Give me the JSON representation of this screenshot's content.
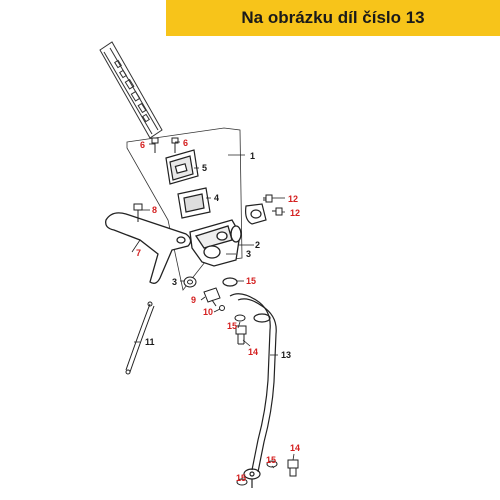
{
  "banner": {
    "text": "Na obrázku díl číslo 13"
  },
  "colors": {
    "banner_bg": "#f7c41a",
    "callout_red": "#d42020",
    "callout_black": "#1a1a1a"
  },
  "callouts": {
    "c1": "1",
    "c2": "2",
    "c3a": "3",
    "c3b": "3",
    "c4": "4",
    "c5": "5",
    "c6a": "6",
    "c6b": "6",
    "c7": "7",
    "c8": "8",
    "c9": "9",
    "c10": "10",
    "c11": "11",
    "c12a": "12",
    "c12b": "12",
    "c13": "13",
    "c14a": "14",
    "c14b": "14",
    "c15a": "15",
    "c15b": "15",
    "c15c": "15",
    "c15d": "15"
  }
}
